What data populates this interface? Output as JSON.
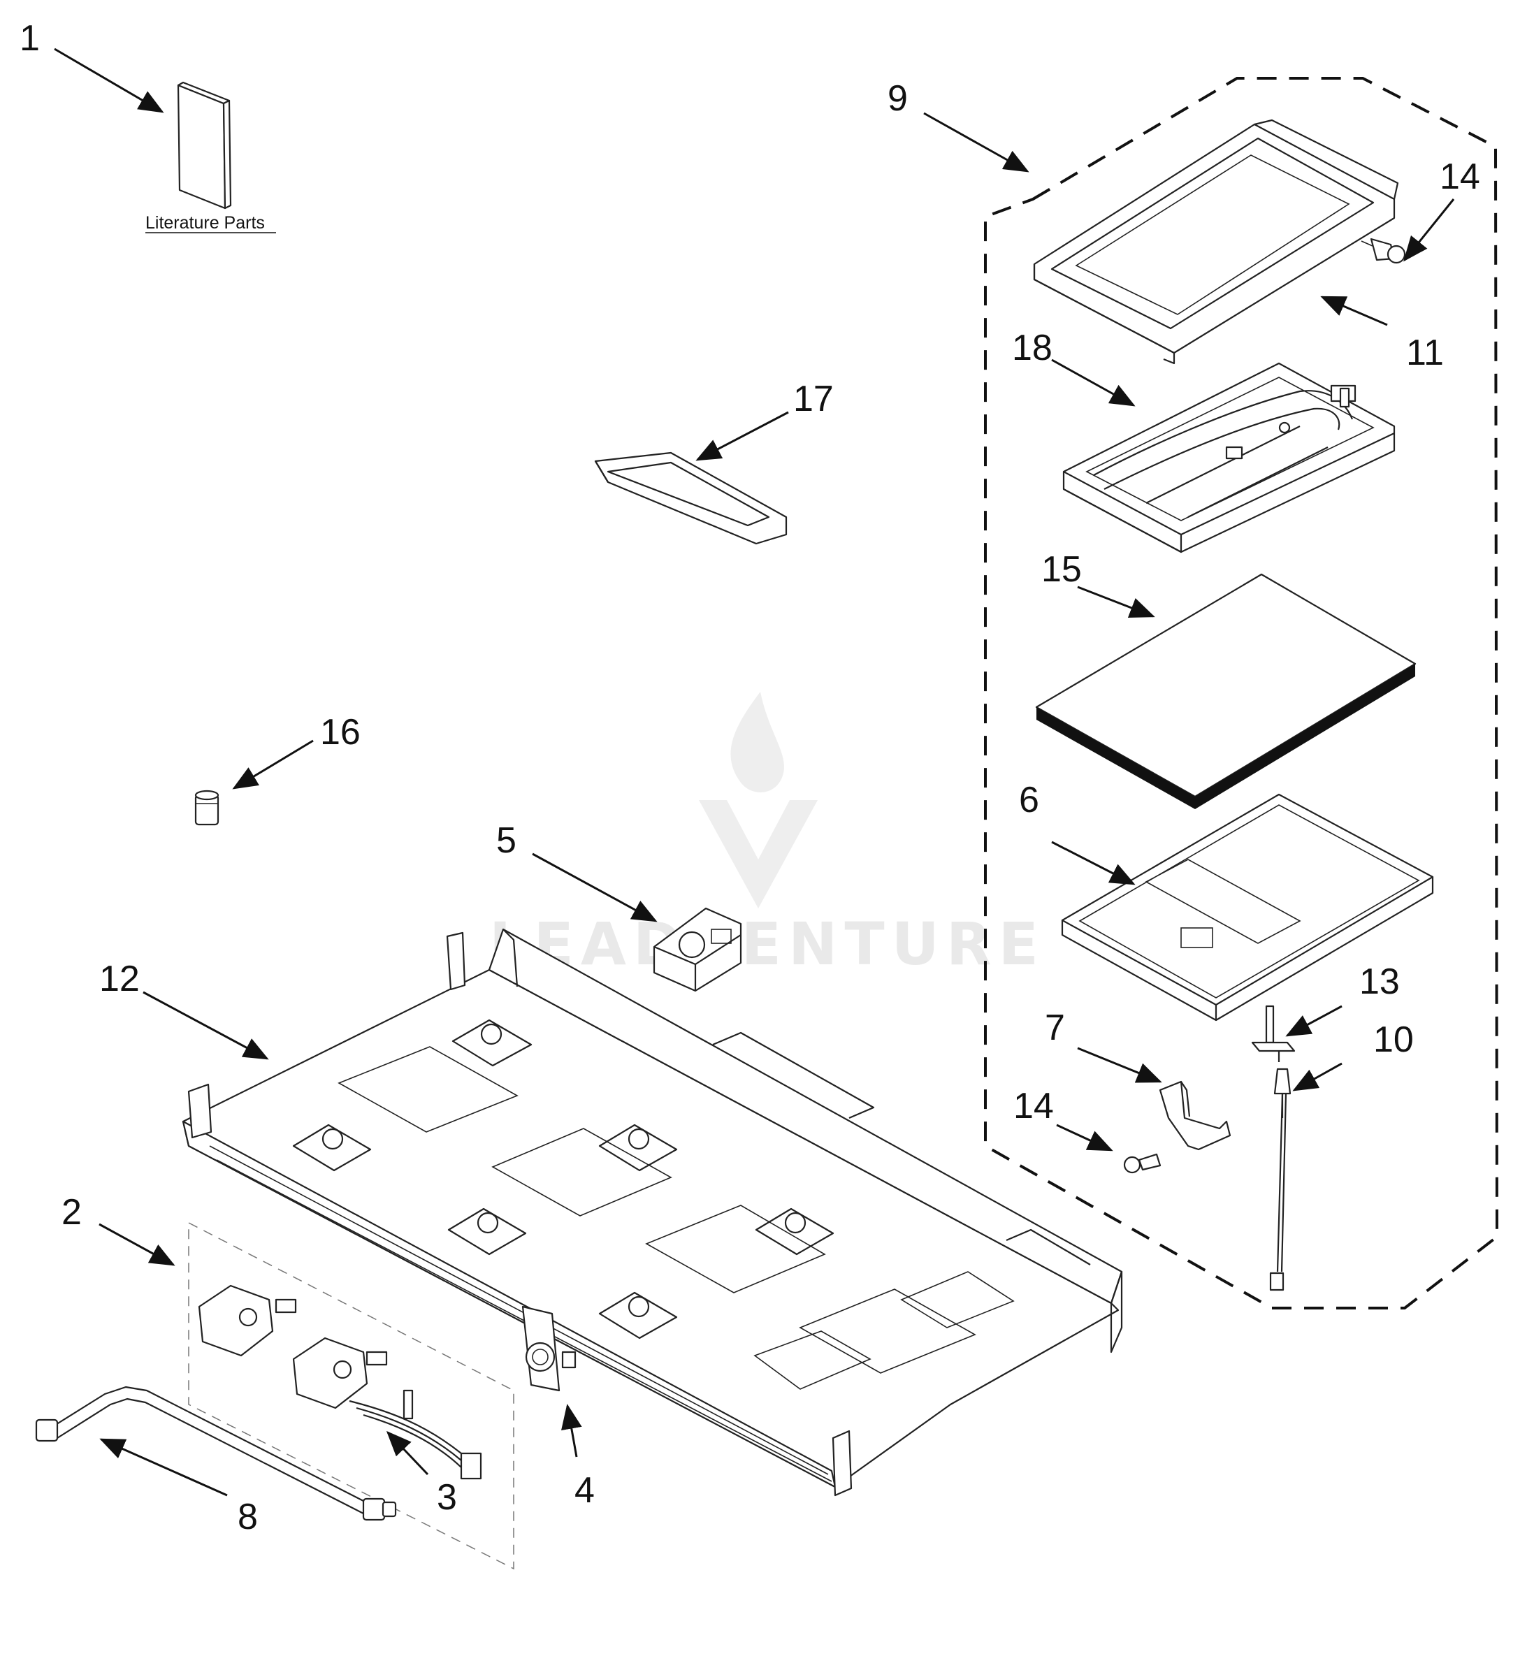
{
  "literature_label": "Literature Parts",
  "watermark": "LEADVENTURE",
  "callouts": {
    "c1": "1",
    "c2": "2",
    "c3": "3",
    "c4": "4",
    "c5": "5",
    "c6": "6",
    "c7": "7",
    "c8": "8",
    "c9": "9",
    "c10": "10",
    "c11": "11",
    "c12": "12",
    "c13": "13",
    "c14a": "14",
    "c14b": "14",
    "c15": "15",
    "c16": "16",
    "c17": "17",
    "c18": "18"
  }
}
